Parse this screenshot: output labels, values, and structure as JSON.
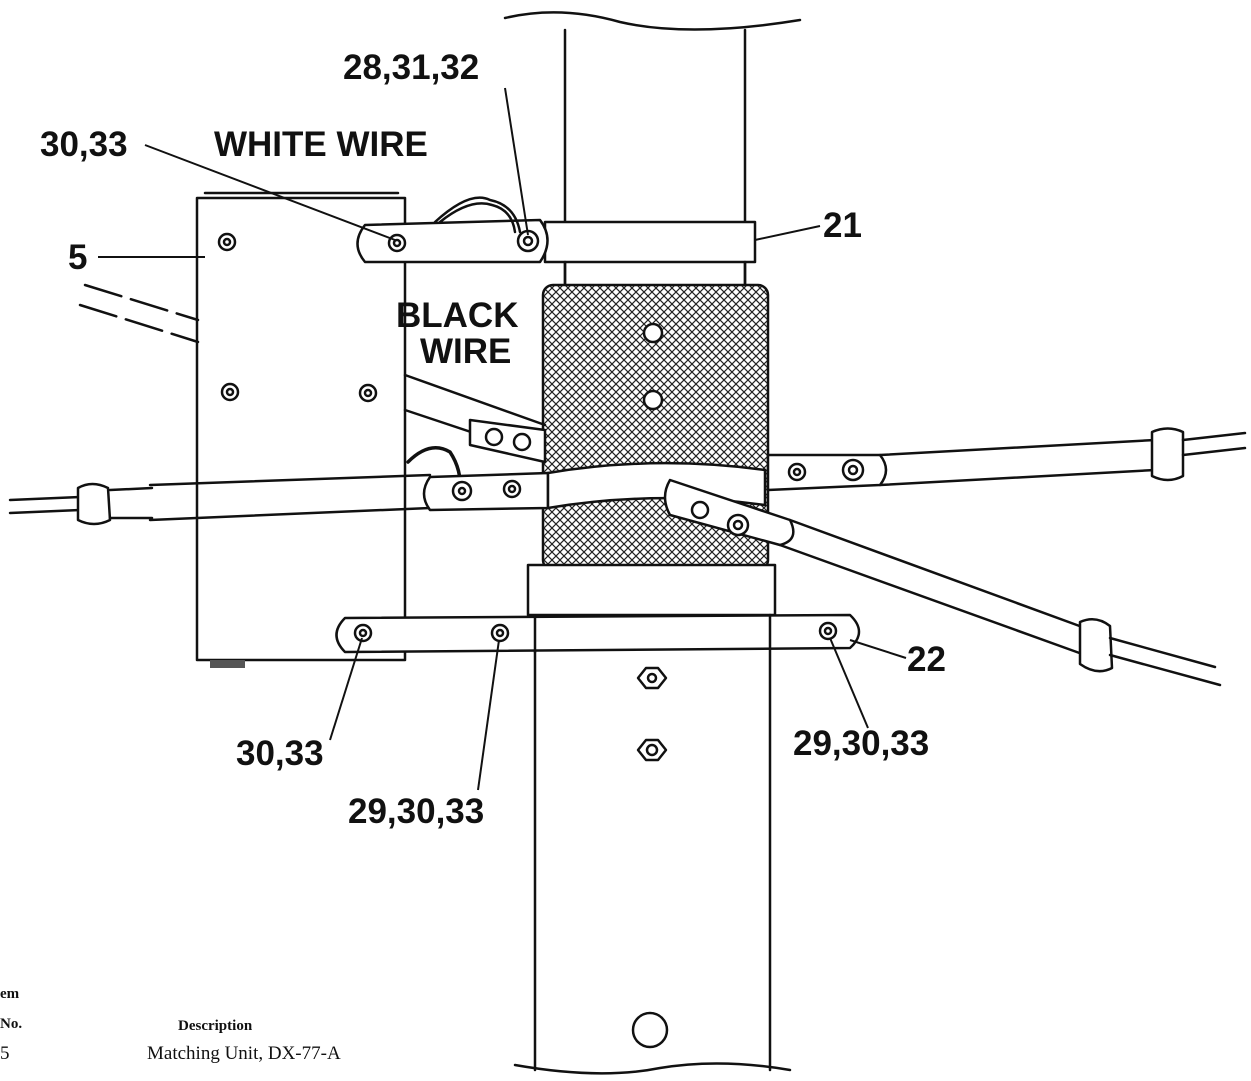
{
  "callouts": {
    "label_28_31_32": "28,31,32",
    "label_30_33_top": "30,33",
    "white_wire": "WHITE WIRE",
    "label_21": "21",
    "label_5": "5",
    "black_wire_line1": "BLACK",
    "black_wire_line2": "WIRE",
    "label_22": "22",
    "label_30_33_bottom": "30,33",
    "label_29_30_33_right": "29,30,33",
    "label_29_30_33_center": "29,30,33"
  },
  "parts_list": {
    "item_header_line1": "em",
    "item_header_line2": "No.",
    "description_header": "Description",
    "item_number": "5",
    "item_description": "Matching Unit, DX-77-A"
  }
}
